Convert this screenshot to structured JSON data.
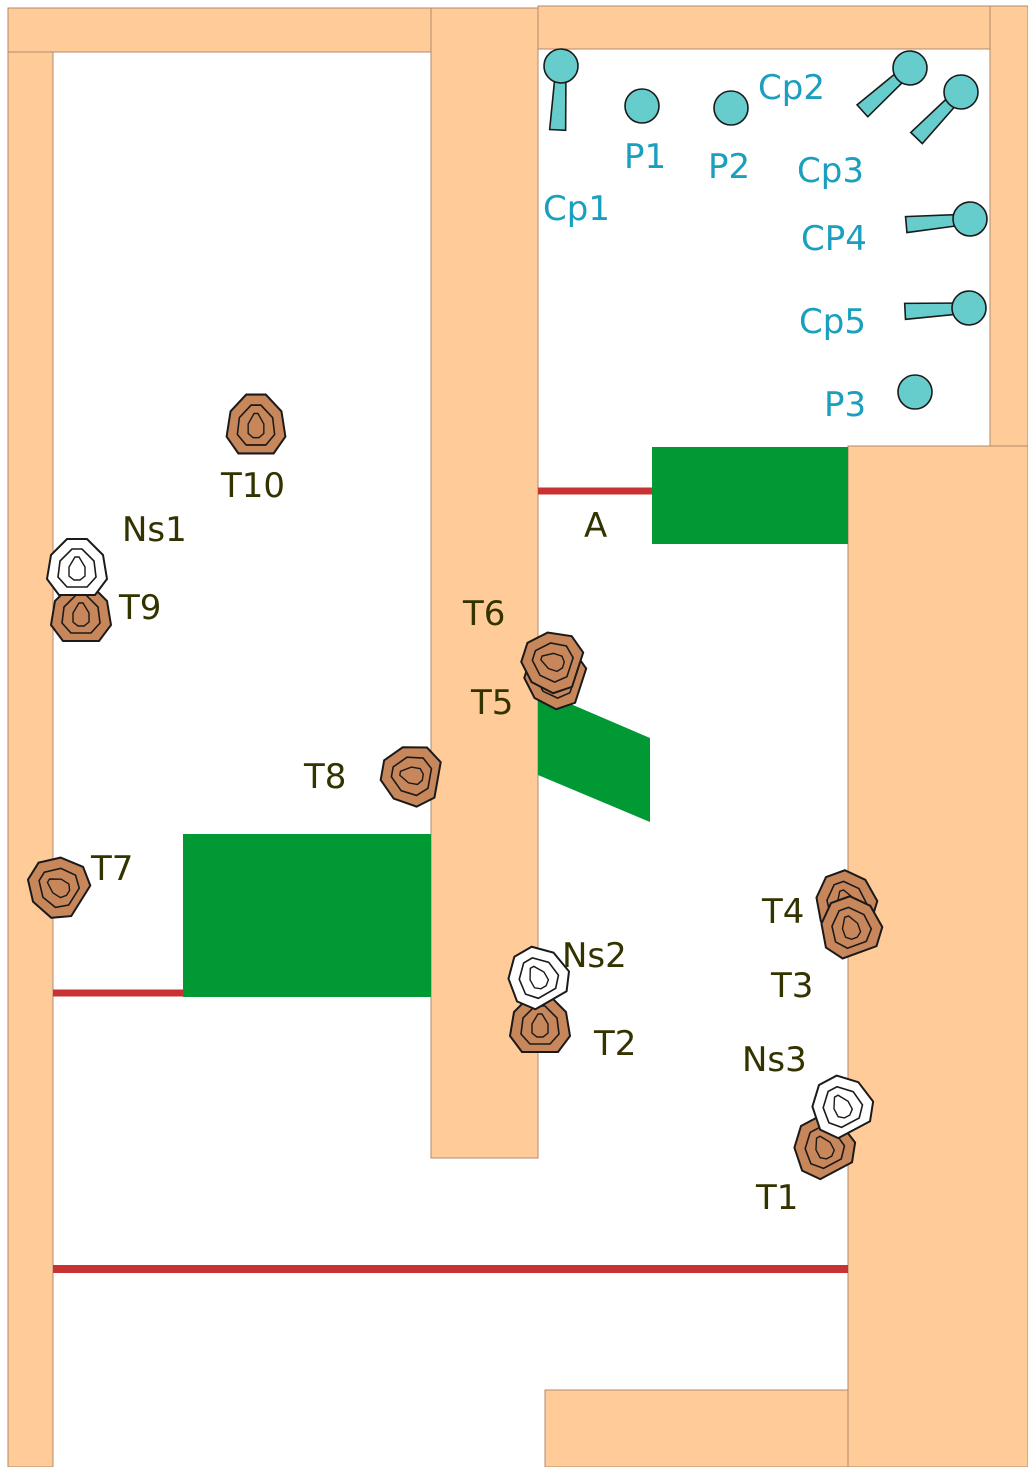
{
  "colors": {
    "wall": "#ffcc99",
    "wall_edge": "#b08a6a",
    "cover": "#009933",
    "fault_line": "#c83232",
    "penalty_target": "#c8875a",
    "no_shoot": "#ffffff",
    "popper": "#66cccc",
    "popper_label": "#1a9fbf",
    "label": "#333300"
  },
  "zone": {
    "label": "A"
  },
  "targets": {
    "t1": "T1",
    "t2": "T2",
    "t3": "T3",
    "t4": "T4",
    "t5": "T5",
    "t6": "T6",
    "t7": "T7",
    "t8": "T8",
    "t9": "T9",
    "t10": "T10"
  },
  "no_shoots": {
    "ns1": "Ns1",
    "ns2": "Ns2",
    "ns3": "Ns3"
  },
  "steel": {
    "cp1": "Cp1",
    "cp2": "Cp2",
    "cp3": "Cp3",
    "cp4": "CP4",
    "cp5": "Cp5",
    "p1": "P1",
    "p2": "P2",
    "p3": "P3"
  }
}
